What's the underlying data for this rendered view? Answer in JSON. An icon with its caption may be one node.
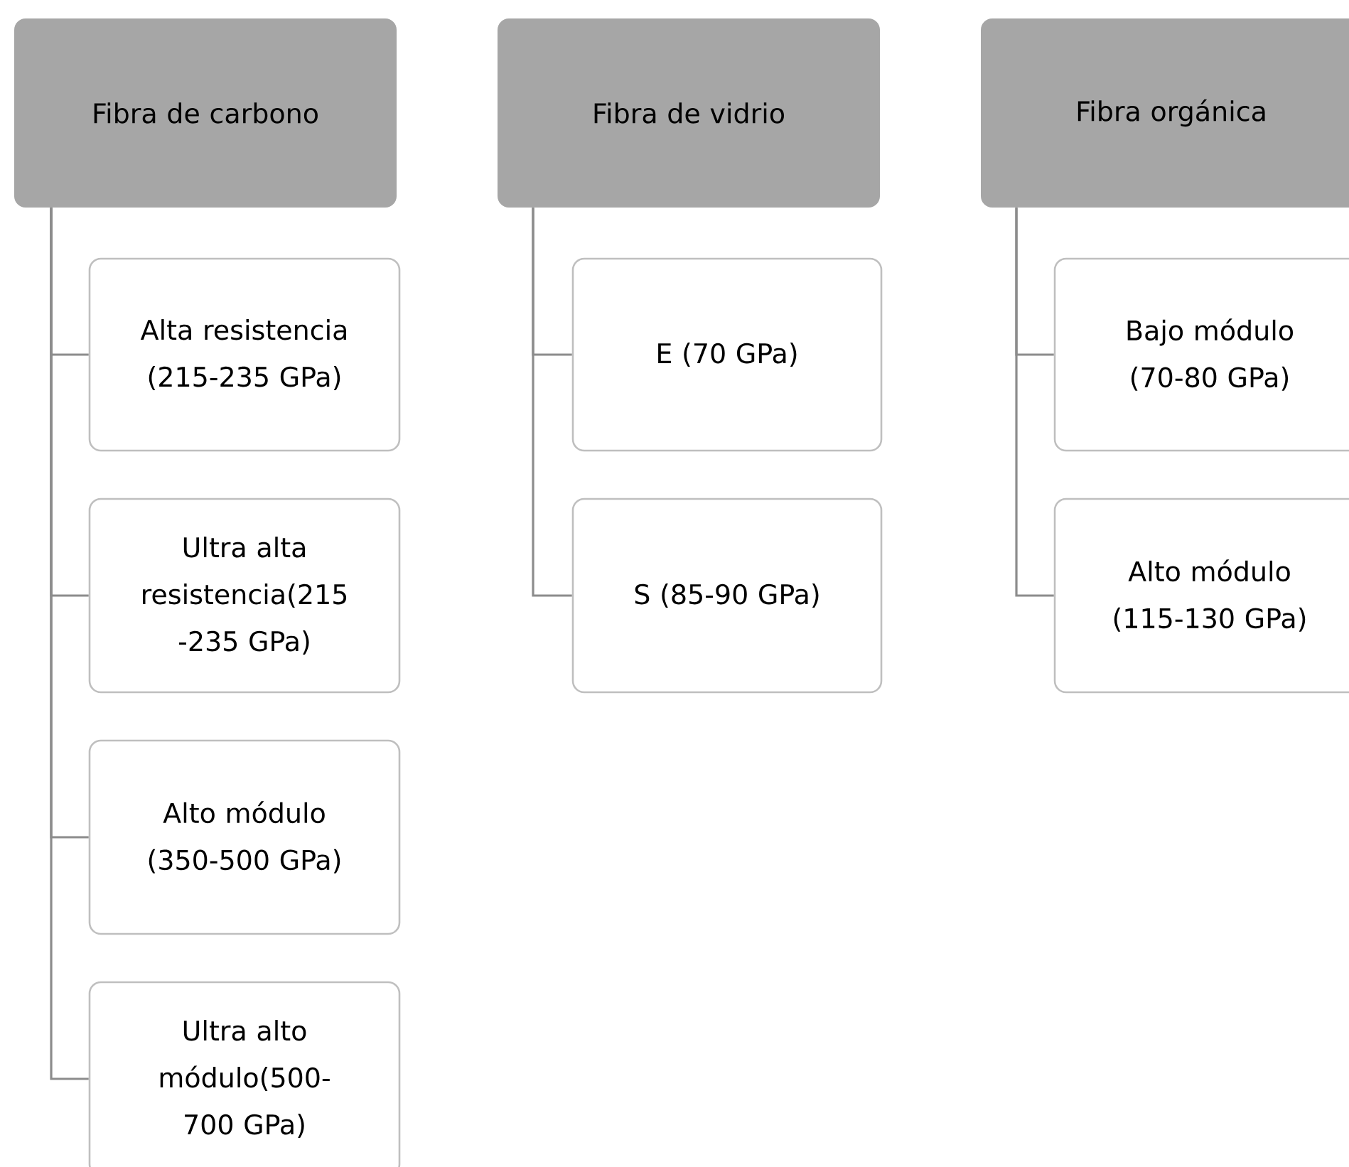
{
  "diagram": {
    "nodes": [
      {
        "text": [
          "Fibra de carbono"
        ]
      },
      {
        "text": [
          "Alta resistencia (215-235 GPa)"
        ]
      },
      {
        "text": [
          "Ultra alta resistencia(215 -235 GPa)"
        ]
      },
      {
        "text": [
          "Alto módulo (350-500 GPa)"
        ]
      },
      {
        "text": [
          "Ultra alto módulo(500- 700 GPa)"
        ]
      },
      {
        "text": [
          "Fibra de vidrio"
        ]
      },
      {
        "text": [
          "E (70 GPa)"
        ]
      },
      {
        "text": [
          "S (85-90 GPa)"
        ]
      },
      {
        "text": [
          "Fibra orgánica"
        ]
      },
      {
        "text": [
          "Bajo módulo (70-80 GPa)"
        ]
      },
      {
        "text": [
          "Alto módulo (115-130 GPa)"
        ]
      }
    ],
    "edges": [
      {
        "from": 0,
        "to": 1,
        "arrow": "none"
      },
      {
        "from": 0,
        "to": 2,
        "arrow": "none"
      },
      {
        "from": 0,
        "to": 3,
        "arrow": "none"
      },
      {
        "from": 0,
        "to": 4,
        "arrow": "none"
      },
      {
        "from": 5,
        "to": 6,
        "arrow": "none"
      },
      {
        "from": 5,
        "to": 7,
        "arrow": "none"
      },
      {
        "from": 8,
        "to": 9,
        "arrow": "none"
      },
      {
        "from": 8,
        "to": 10,
        "arrow": "none"
      }
    ]
  }
}
